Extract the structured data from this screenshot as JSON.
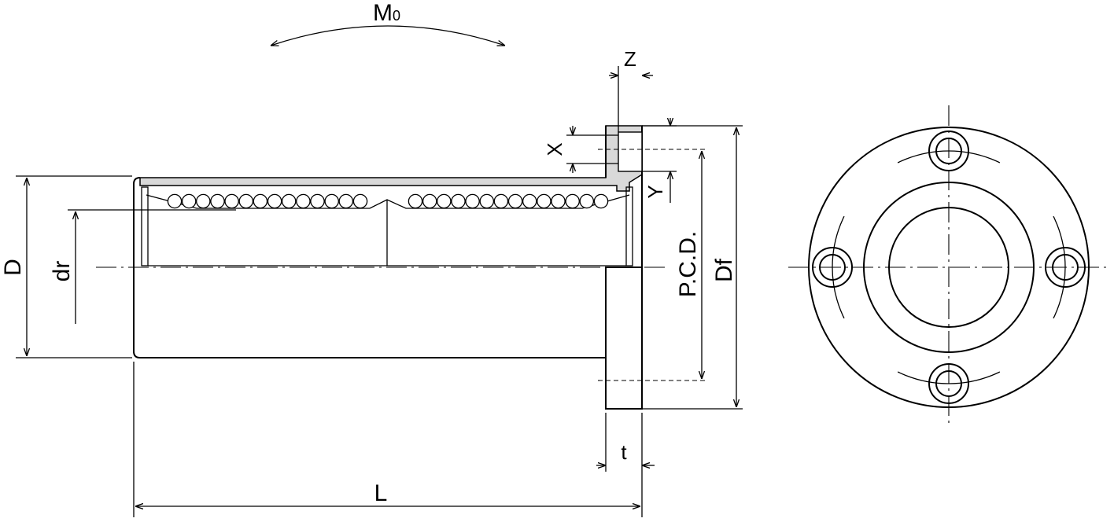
{
  "labels": {
    "moment_main": "M",
    "moment_sub": "0",
    "D": "D",
    "dr": "dr",
    "L": "L",
    "t": "t",
    "Z": "Z",
    "X": "X",
    "Y": "Y",
    "PCD": "P.C.D.",
    "Df": "Df"
  },
  "colors": {
    "line": "#000000",
    "shaded": "#d9d9d9",
    "background": "#ffffff"
  }
}
